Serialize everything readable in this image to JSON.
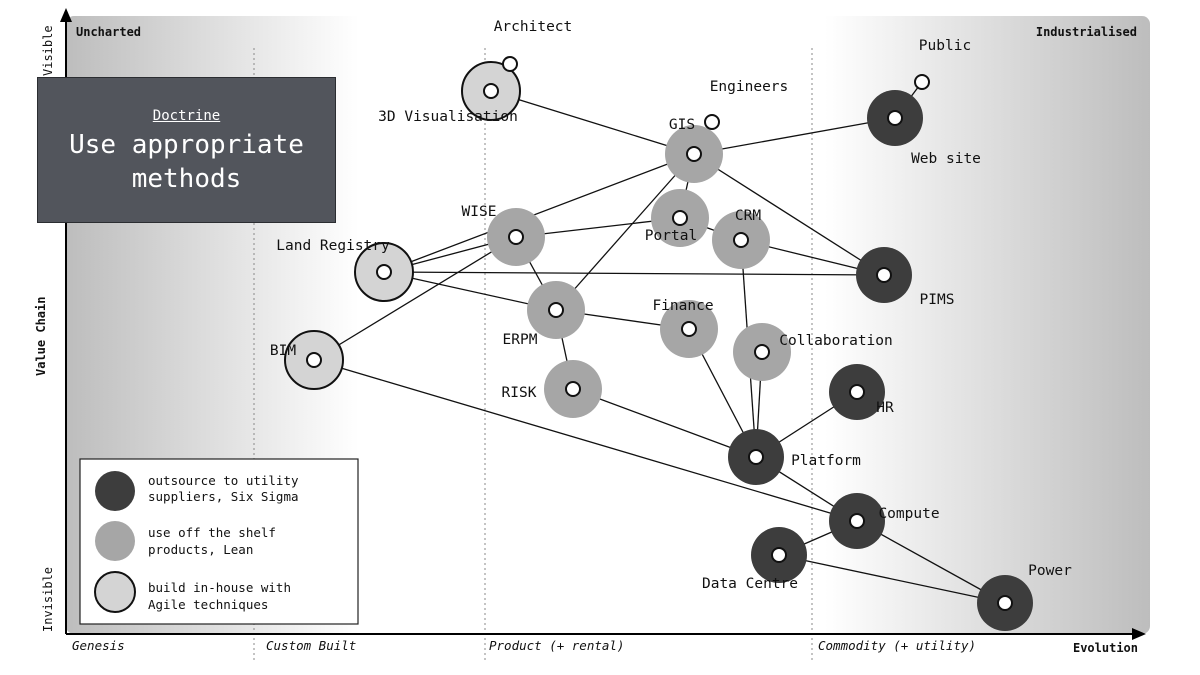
{
  "doctrine": {
    "subtitle": "Doctrine",
    "title": "Use appropriate methods"
  },
  "corners": {
    "top_left": "Uncharted",
    "top_right": "Industrialised"
  },
  "axes": {
    "y_title": "Value Chain",
    "y_top": "Visible",
    "y_bottom": "Invisible",
    "x_title": "Evolution",
    "stages": [
      "Genesis",
      "Custom Built",
      "Product (+ rental)",
      "Commodity (+ utility)"
    ]
  },
  "colors": {
    "outsource": "#3d3d3d",
    "off_the_shelf": "#a6a6a6",
    "in_house": "#d4d4d4",
    "dot": "#ffffff",
    "doctrine_bg": "#52555c"
  },
  "legend": [
    {
      "method": "outsource",
      "text": [
        "outsource to utility",
        "suppliers, Six Sigma"
      ]
    },
    {
      "method": "off_the_shelf",
      "text": [
        "use off the shelf",
        "products, Lean"
      ]
    },
    {
      "method": "in_house",
      "text": [
        "build in-house with",
        "Agile techniques"
      ]
    }
  ],
  "nodes": [
    {
      "id": "public",
      "label": "Public",
      "method": null
    },
    {
      "id": "architect",
      "label": "Architect",
      "method": null
    },
    {
      "id": "engineers",
      "label": "Engineers",
      "method": null
    },
    {
      "id": "visualisation",
      "label": "3D Visualisation",
      "method": "in_house"
    },
    {
      "id": "website",
      "label": "Web site",
      "method": "outsource"
    },
    {
      "id": "gis",
      "label": "GIS",
      "method": "off_the_shelf"
    },
    {
      "id": "portal",
      "label": "Portal",
      "method": "off_the_shelf"
    },
    {
      "id": "wise",
      "label": "WISE",
      "method": "off_the_shelf"
    },
    {
      "id": "crm",
      "label": "CRM",
      "method": "off_the_shelf"
    },
    {
      "id": "land_registry",
      "label": "Land Registry",
      "method": "in_house"
    },
    {
      "id": "pims",
      "label": "PIMS",
      "method": "outsource"
    },
    {
      "id": "erpm",
      "label": "ERPM",
      "method": "off_the_shelf"
    },
    {
      "id": "finance",
      "label": "Finance",
      "method": "off_the_shelf"
    },
    {
      "id": "collaboration",
      "label": "Collaboration",
      "method": "off_the_shelf"
    },
    {
      "id": "bim",
      "label": "BIM",
      "method": "in_house"
    },
    {
      "id": "risk",
      "label": "RISK",
      "method": "off_the_shelf"
    },
    {
      "id": "hr",
      "label": "HR",
      "method": "outsource"
    },
    {
      "id": "platform",
      "label": "Platform",
      "method": "outsource"
    },
    {
      "id": "compute",
      "label": "Compute",
      "method": "outsource"
    },
    {
      "id": "data_centre",
      "label": "Data Centre",
      "method": "outsource"
    },
    {
      "id": "power",
      "label": "Power",
      "method": "outsource"
    }
  ],
  "links": [
    [
      "public",
      "website"
    ],
    [
      "architect",
      "visualisation"
    ],
    [
      "engineers",
      "gis"
    ],
    [
      "visualisation",
      "gis"
    ],
    [
      "gis",
      "website"
    ],
    [
      "gis",
      "portal"
    ],
    [
      "gis",
      "land_registry"
    ],
    [
      "gis",
      "pims"
    ],
    [
      "gis",
      "erpm"
    ],
    [
      "portal",
      "wise"
    ],
    [
      "portal",
      "crm"
    ],
    [
      "wise",
      "erpm"
    ],
    [
      "wise",
      "bim"
    ],
    [
      "crm",
      "pims"
    ],
    [
      "crm",
      "platform"
    ],
    [
      "land_registry",
      "pims"
    ],
    [
      "land_registry",
      "wise"
    ],
    [
      "land_registry",
      "erpm"
    ],
    [
      "erpm",
      "finance"
    ],
    [
      "erpm",
      "risk"
    ],
    [
      "finance",
      "platform"
    ],
    [
      "collaboration",
      "platform"
    ],
    [
      "risk",
      "platform"
    ],
    [
      "bim",
      "compute"
    ],
    [
      "hr",
      "platform"
    ],
    [
      "platform",
      "compute"
    ],
    [
      "compute",
      "data_centre"
    ],
    [
      "compute",
      "power"
    ],
    [
      "data_centre",
      "power"
    ]
  ]
}
